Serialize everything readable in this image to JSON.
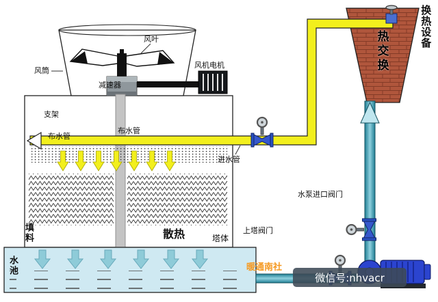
{
  "labels": {
    "fan_blade": "风叶",
    "fan_duct": "风筒",
    "fan_motor": "风机电机",
    "reducer": "减速器",
    "support_frame": "支架",
    "water_dist_pipe_left": "布水管",
    "water_dist_pipe_right": "布水管",
    "inlet_pipe": "进水管",
    "fill_material": "填料",
    "heat_dissipation": "散热",
    "tower_body": "塔体",
    "up_tower_valve": "上塔阀门",
    "pump_inlet_valve": "水泵进口阀门",
    "water_pool": "水池",
    "heat_exchange_device": "换热设备",
    "heat_exchanger_face": "热交换"
  },
  "watermark": {
    "brand": "暖通南社",
    "wechat_badge": "微信号:nhvacr"
  },
  "colors": {
    "hot_pipe_yellow": "#f2ef1d",
    "cold_pipe_teal": "#2f8ba0",
    "heat_exchanger_brick": "#b0563c",
    "pool_water": "#cfe9f2",
    "pump_blue": "#2b44cf",
    "arrow_teal": "#8ecbd8",
    "watermark_orange": "#f59a23",
    "badge_background": "#3d4a56"
  },
  "icons": {
    "valve": "gate-valve-with-handwheel-icon",
    "pump": "centrifugal-pump-icon",
    "flow_arrow": "block-arrow-down-icon"
  }
}
